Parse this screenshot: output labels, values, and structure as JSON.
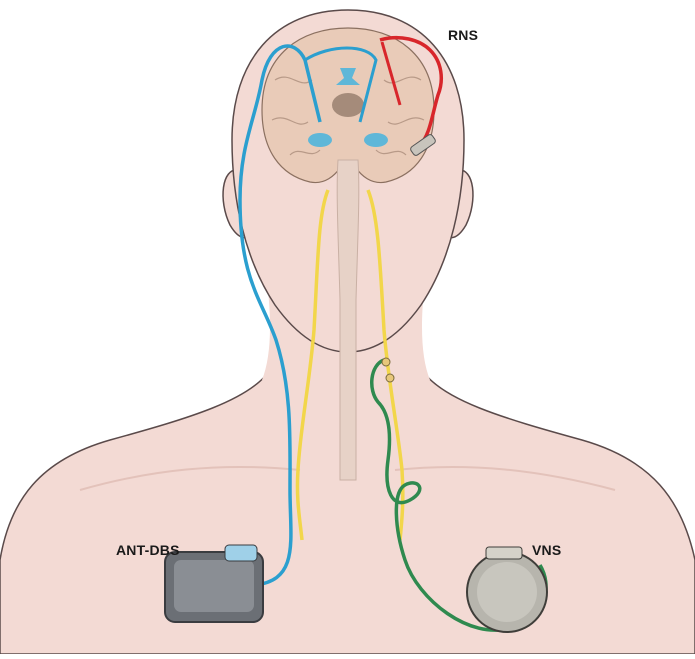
{
  "labels": {
    "rns": "RNS",
    "ant_dbs": "ANT-DBS",
    "vns": "VNS"
  },
  "colors": {
    "skin": "#f3dad4",
    "outline": "#5a4a4a",
    "brain": "#e9cbb8",
    "dbs_lead": "#2b9fcf",
    "rns_lead": "#d8262b",
    "vns_lead": "#2f8a4f",
    "spinal_lead": "#f2d64a",
    "device_dark": "#6b6f75",
    "device_light": "#b7b5ad"
  },
  "icons": [
    "ant-dbs-generator-icon",
    "vns-generator-icon",
    "rns-neurostimulator-icon"
  ]
}
